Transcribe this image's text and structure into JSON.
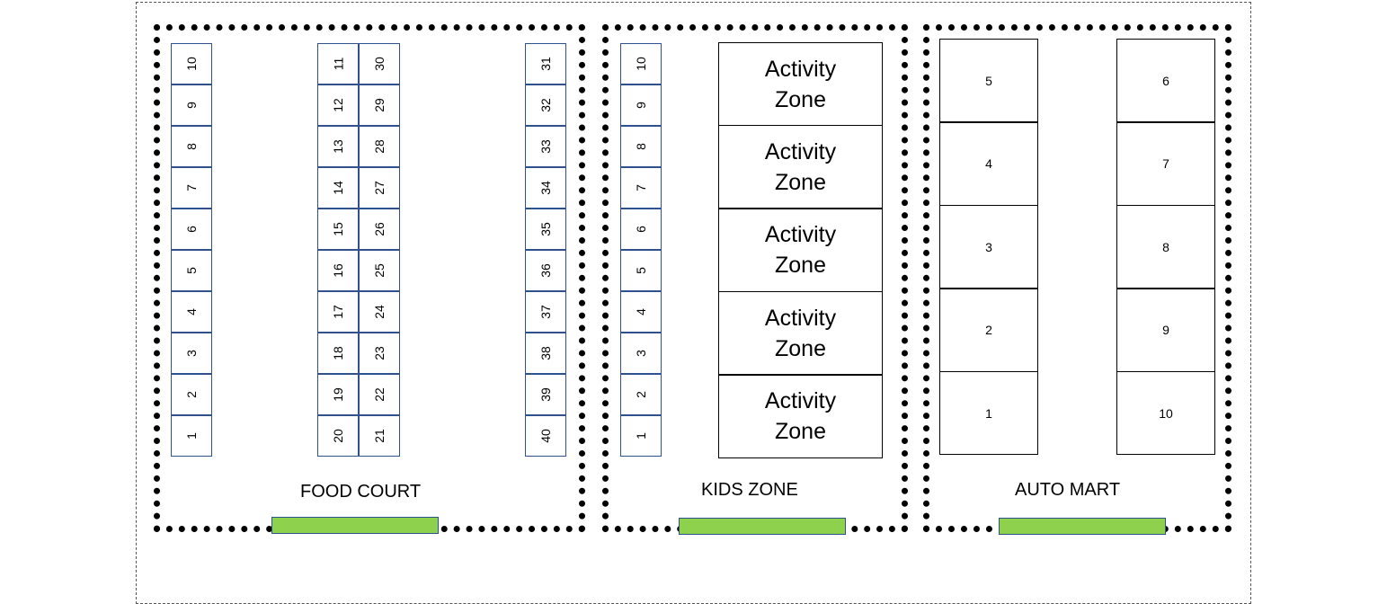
{
  "zones": {
    "food_court": {
      "label": "FOOD COURT",
      "col1": [
        "10",
        "9",
        "8",
        "7",
        "6",
        "5",
        "4",
        "3",
        "2",
        "1"
      ],
      "col2": [
        "11",
        "12",
        "13",
        "14",
        "15",
        "16",
        "17",
        "18",
        "19",
        "20"
      ],
      "col3": [
        "30",
        "29",
        "28",
        "27",
        "26",
        "25",
        "24",
        "23",
        "22",
        "21"
      ],
      "col4": [
        "31",
        "32",
        "33",
        "34",
        "35",
        "36",
        "37",
        "38",
        "39",
        "40"
      ]
    },
    "kids_zone": {
      "label": "KIDS ZONE",
      "stalls": [
        "10",
        "9",
        "8",
        "7",
        "6",
        "5",
        "4",
        "3",
        "2",
        "1"
      ],
      "activities": [
        "Activity Zone",
        "Activity Zone",
        "Activity Zone",
        "Activity Zone",
        "Activity Zone"
      ]
    },
    "auto_mart": {
      "label": "AUTO MART",
      "left": [
        "5",
        "4",
        "3",
        "2",
        "1"
      ],
      "right": [
        "6",
        "7",
        "8",
        "9",
        "10"
      ]
    }
  },
  "colors": {
    "stall_border": "#2f528f",
    "entrance_fill": "#8dd14d",
    "zone_border": "#000000"
  }
}
